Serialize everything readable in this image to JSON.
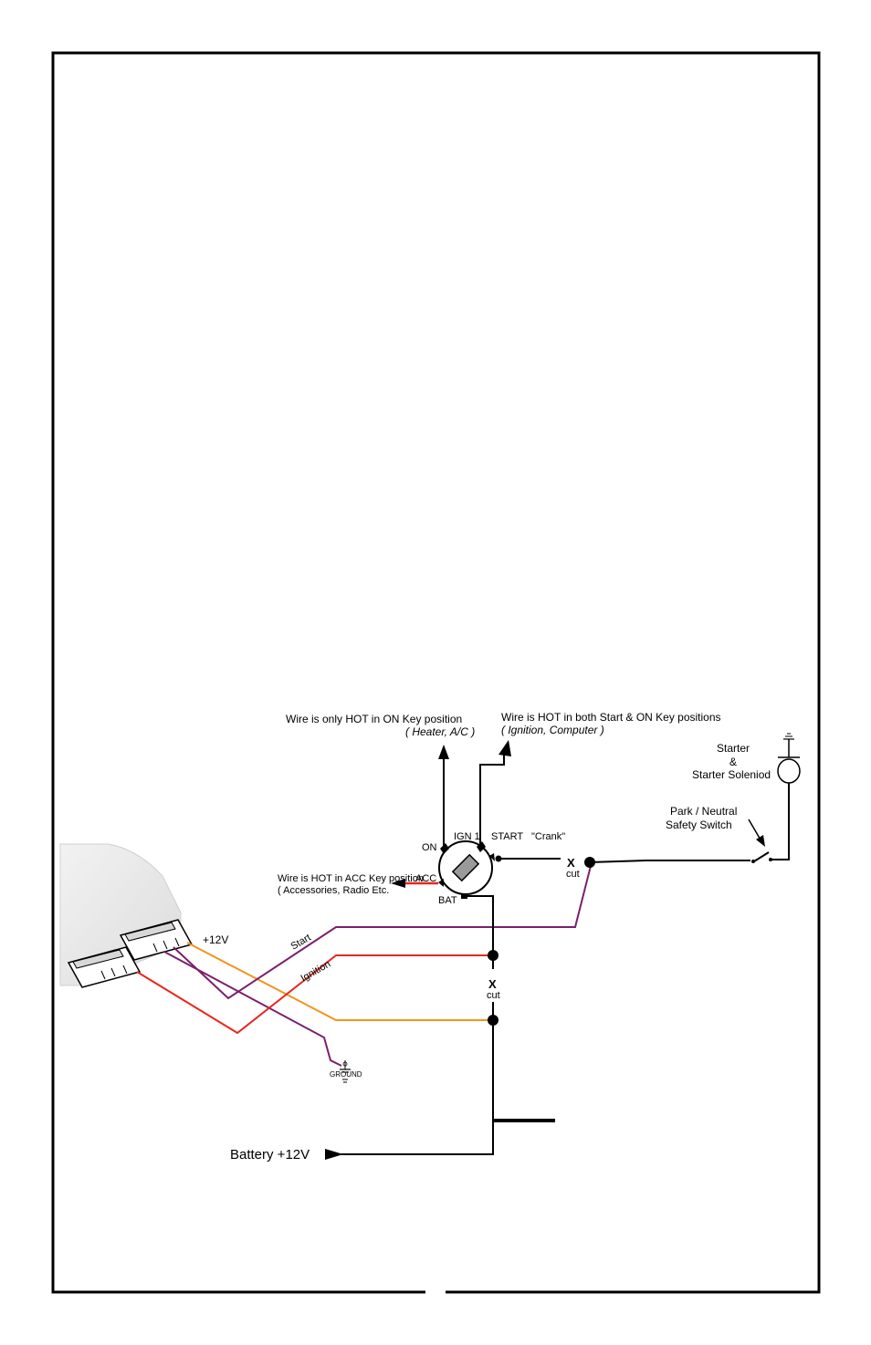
{
  "labels": {
    "on_key_note": "Wire is only HOT in ON Key position",
    "on_key_sub": "( Heater, A/C )",
    "start_on_note": "Wire is HOT in both Start & ON Key positions",
    "start_on_sub": "( Ignition, Computer )",
    "starter_line1": "Starter",
    "starter_line2": "&",
    "starter_line3": "Starter Soleniod",
    "park_line1": "Park / Neutral",
    "park_line2": "Safety Switch",
    "terminal_on": "ON",
    "terminal_ign1": "IGN 1",
    "terminal_start": "START",
    "crank": "\"Crank\"",
    "terminal_acc": "ACC",
    "terminal_bat": "BAT",
    "acc_note": "Wire is HOT in ACC Key position",
    "acc_sub": "( Accessories, Radio Etc.",
    "cut_mark": "X",
    "cut_label": "cut",
    "cut_mark_2": "X",
    "cut_label_2": "cut",
    "plus12v": "+12V",
    "start_wire": "Start",
    "ignition_wire": "Ignition",
    "ground": "GROUND",
    "battery": "Battery +12V"
  },
  "colors": {
    "start_wire": "#7a1f6e",
    "ignition_wire": "#e8261e",
    "power_wire": "#f4931f",
    "frame": "#000000"
  }
}
